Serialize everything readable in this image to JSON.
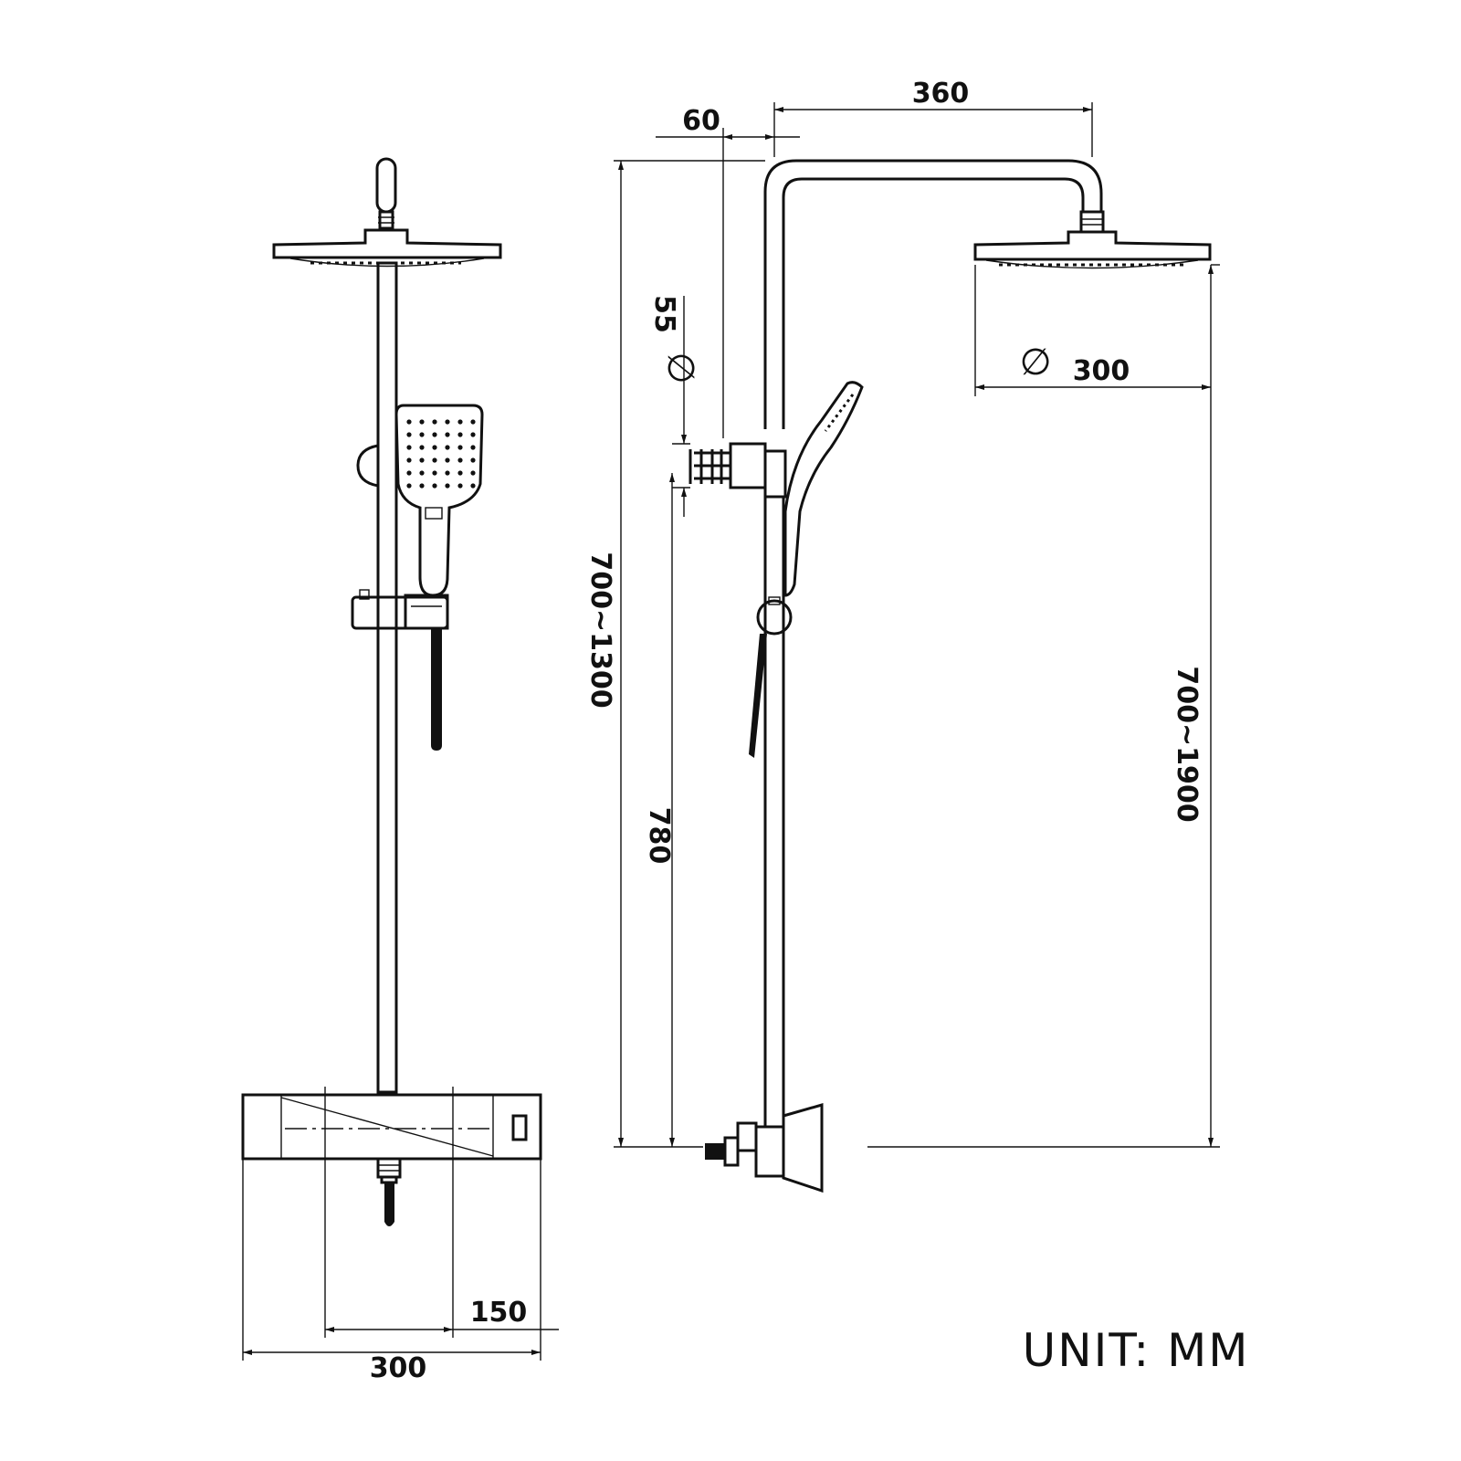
{
  "colors": {
    "line": "#111111",
    "background": "#ffffff"
  },
  "dimensions": {
    "front_width_300": "300",
    "front_spacing_150": "150",
    "arm_length_360": "360",
    "wall_offset_60": "60",
    "bracket_55": "55",
    "height_700_1300": "700~1300",
    "inlet_780": "780",
    "head_diameter_300": "300",
    "height_700_1900": "700~1900"
  },
  "symbols": {
    "diameter": "∅"
  },
  "unit_label": "UNIT: MM"
}
